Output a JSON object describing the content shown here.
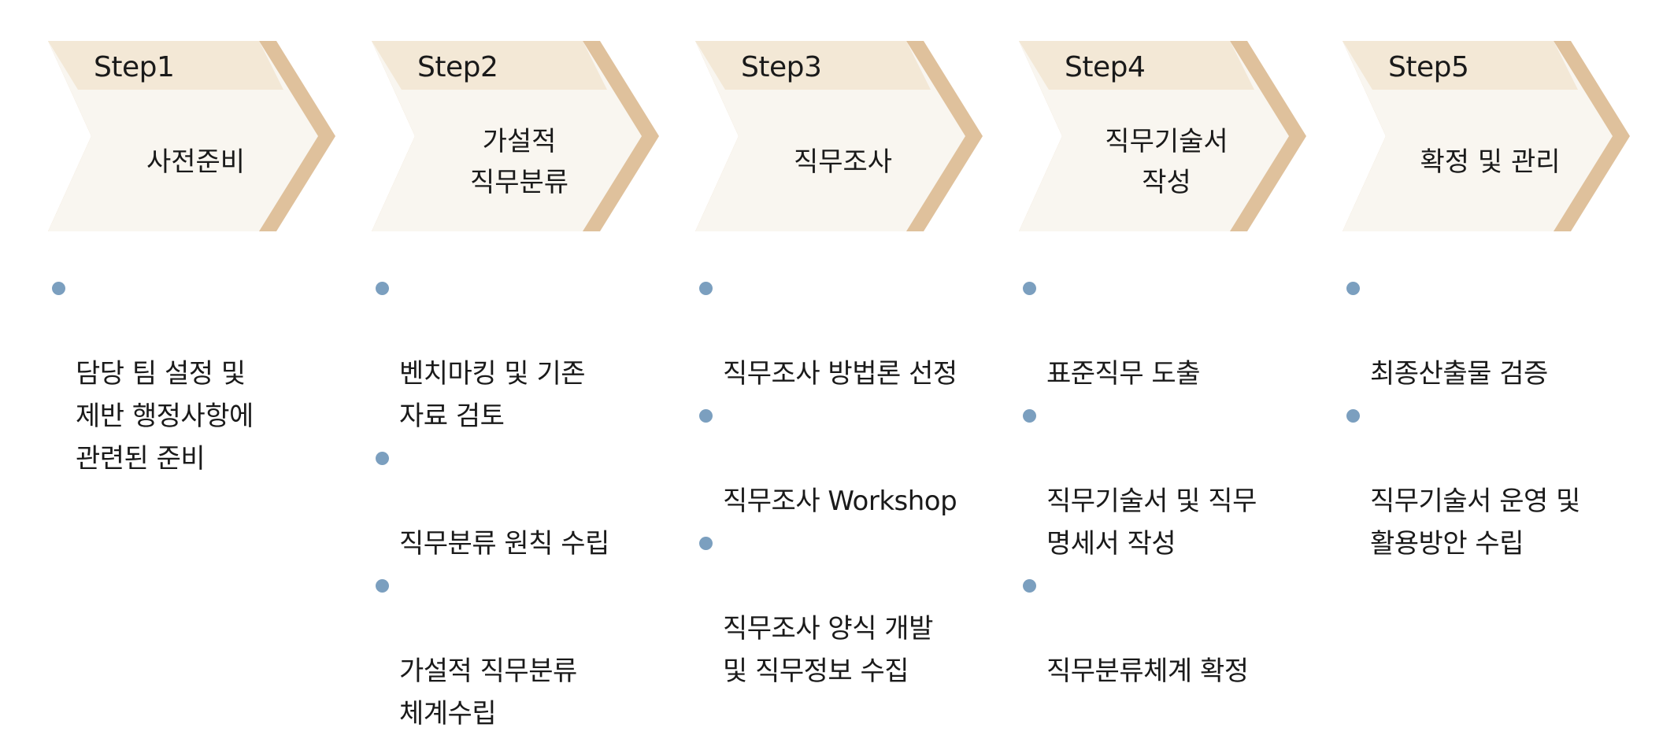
{
  "colors": {
    "chevron_body": "#f9f6f0",
    "chevron_header": "#f3e8d6",
    "chevron_edge": "#dfc19c",
    "bullet": "#7b9fbf"
  },
  "steps": [
    {
      "label": "Step1",
      "title": "사전준비",
      "bullets": [
        "담당 팀 설정 및\n제반 행정사항에\n관련된 준비"
      ]
    },
    {
      "label": "Step2",
      "title": "가설적\n직무분류",
      "bullets": [
        "벤치마킹 및 기존\n자료 검토",
        "직무분류 원칙 수립",
        "가설적 직무분류\n체계수립"
      ]
    },
    {
      "label": "Step3",
      "title": "직무조사",
      "bullets": [
        "직무조사 방법론 선정",
        "직무조사 Workshop",
        "직무조사 양식 개발\n및 직무정보 수집"
      ]
    },
    {
      "label": "Step4",
      "title": "직무기술서\n작성",
      "bullets": [
        "표준직무 도출",
        "직무기술서 및 직무\n명세서 작성",
        "직무분류체계 확정"
      ]
    },
    {
      "label": "Step5",
      "title": "확정 및 관리",
      "bullets": [
        "최종산출물 검증",
        "직무기술서 운영 및\n활용방안 수립"
      ]
    }
  ]
}
